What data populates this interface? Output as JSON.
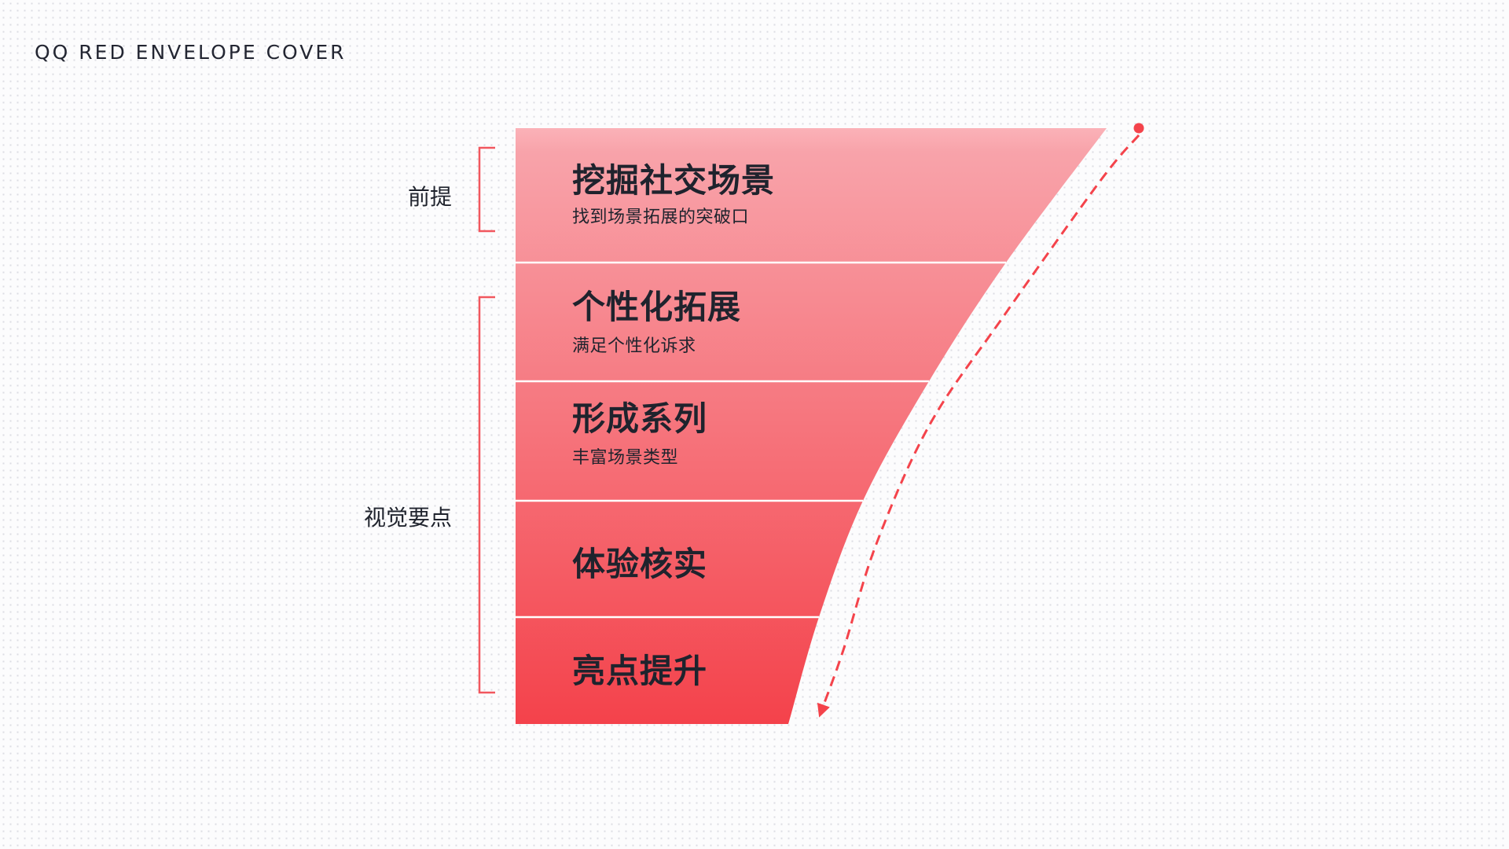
{
  "page": {
    "title": "QQ RED ENVELOPE COVER"
  },
  "side_labels": {
    "premise": "前提",
    "visual_points": "视觉要点"
  },
  "funnel": {
    "tiers": [
      {
        "title": "挖掘社交场景",
        "subtitle": "找到场景拓展的突破口"
      },
      {
        "title": "个性化拓展",
        "subtitle": "满足个性化诉求"
      },
      {
        "title": "形成系列",
        "subtitle": "丰富场景类型"
      },
      {
        "title": "体验核实"
      },
      {
        "title": "亮点提升"
      }
    ]
  },
  "icons": {
    "flow_start_dot": "circle",
    "flow_arrow": "dashed-curve-arrow-down",
    "bracket_premise": "left-square-bracket",
    "bracket_visual": "left-square-bracket"
  },
  "colors": {
    "accent_red": "#f4434b",
    "bracket_red": "#f1575e",
    "funnel_top": "#fbb2b8",
    "funnel_upper": "#f8a3aa",
    "funnel_bottom": "#f4424b",
    "divider_white": "#ffffff",
    "text_dark": "#1f232d",
    "title_dark": "#232632",
    "background": "#fcfcfd",
    "grid_dot": "#dcdde3"
  }
}
